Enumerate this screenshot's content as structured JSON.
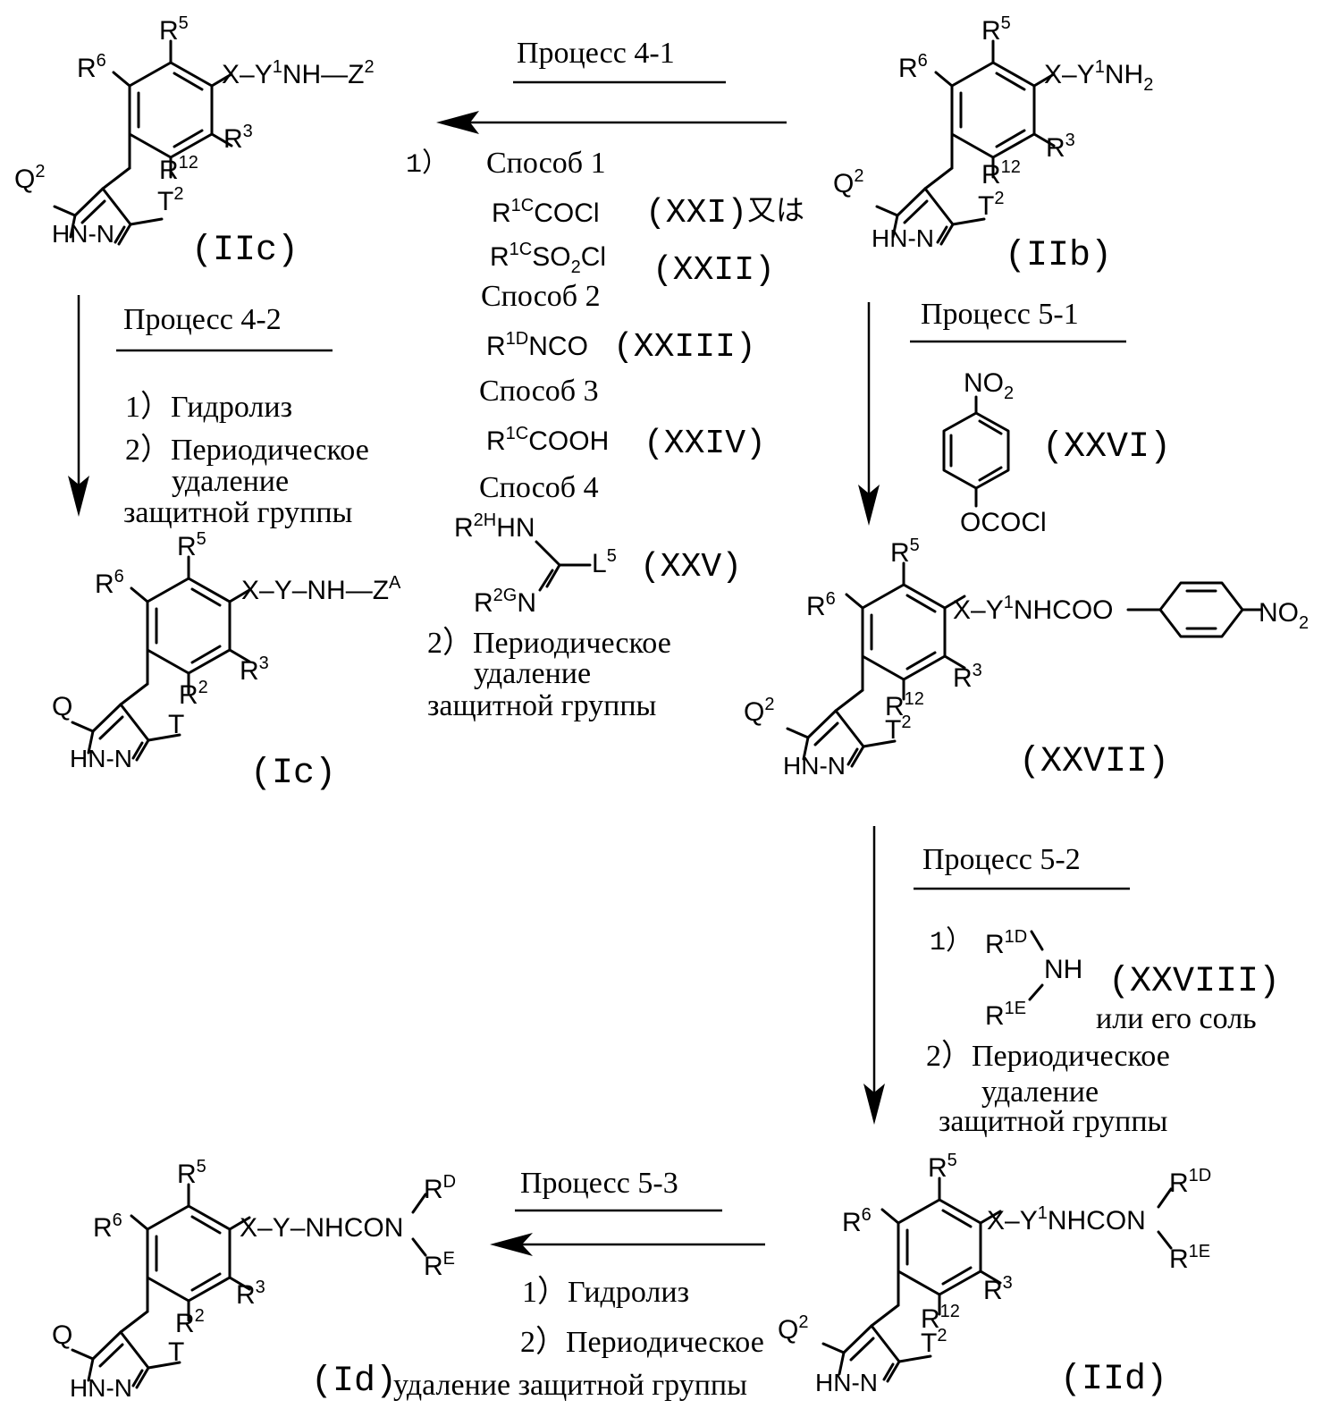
{
  "molecules": {
    "IIb": {
      "label": "(IIb)",
      "r5": "R5",
      "r6": "R6",
      "r3": "R3",
      "r12": "R12",
      "q": "Q2",
      "t": "T2",
      "hn": "HN-N",
      "sidechain": "X–Y1NH2"
    },
    "IIc": {
      "label": "(IIc)",
      "r5": "R5",
      "r6": "R6",
      "r3": "R3",
      "r12": "R12",
      "q": "Q2",
      "t": "T2",
      "hn": "HN-N",
      "sidechain": "X–Y1NH—Z2"
    },
    "Ic": {
      "label": "(Ic)",
      "r5": "R5",
      "r6": "R6",
      "r3": "R3",
      "r12": "R2",
      "q": "Q",
      "t": "T",
      "hn": "HN-N",
      "sidechain": "X–Y–NH—ZA"
    },
    "XXVII": {
      "label": "(XXVII)",
      "r5": "R5",
      "r6": "R6",
      "r3": "R3",
      "r12": "R12",
      "q": "Q2",
      "t": "T2",
      "hn": "HN-N",
      "sidechain": "X–Y1NHCOO",
      "no2": "NO2"
    },
    "IId": {
      "label": "(IId)",
      "r5": "R5",
      "r6": "R6",
      "r3": "R3",
      "r12": "R12",
      "q": "Q2",
      "t": "T2",
      "hn": "HN-N",
      "sidechain": "X–Y1NHCON",
      "rtop": "R1D",
      "rbot": "R1E"
    },
    "Id": {
      "label": "(Id)",
      "r5": "R5",
      "r6": "R6",
      "r3": "R3",
      "r12": "R2",
      "q": "Q",
      "t": "T",
      "hn": "HN-N",
      "sidechain": "X–Y–NHCON",
      "rtop": "RD",
      "rbot": "RE"
    }
  },
  "process_4_1": {
    "title": "Процесс 4-1",
    "step1": "1）",
    "method1": "Способ 1",
    "reagent_21": "R1CCOCl",
    "label_21": "(XXI)",
    "or": "又は",
    "reagent_22": "R1CSO2Cl",
    "label_22": "(XXII)",
    "method2": "Способ 2",
    "reagent_23": "R1DNCO",
    "label_23": "(XXIII)",
    "method3": "Способ 3",
    "reagent_24": "R1CCOOH",
    "label_24": "(XXIV)",
    "method4": "Способ 4",
    "r2h": "R2HHN",
    "l5": "L5",
    "label_25": "(XXV)",
    "r2g": "R2GN",
    "step2": "2）Периодическое",
    "step2b": "удаление",
    "step2c": "защитной группы"
  },
  "process_4_2": {
    "title": "Процесс 4-2",
    "step1": "1）Гидролиз",
    "step2": "2）Периодическое",
    "step2b": "удаление",
    "step2c": "защитной группы"
  },
  "process_5_1": {
    "title": "Процесс 5-1",
    "no2": "NO2",
    "ococl": "OCOCl",
    "label_26": "(XXVI)"
  },
  "process_5_2": {
    "title": "Процесс 5-2",
    "step1": "1）",
    "r1d": "R1D",
    "nh": "NH",
    "r1e": "R1E",
    "label_28": "(XXVIII)",
    "salt": "или его соль",
    "step2": "2）Периодическое",
    "step2b": "удаление",
    "step2c": "защитной группы"
  },
  "process_5_3": {
    "title": "Процесс 5-3",
    "step1": "1）Гидролиз",
    "step2": "2）Периодическое",
    "step2b": "удаление защитной группы"
  }
}
